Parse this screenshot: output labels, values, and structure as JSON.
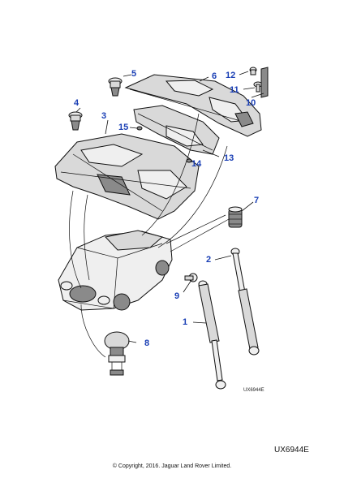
{
  "callouts": [
    {
      "id": "c1",
      "label": "1"
    },
    {
      "id": "c2",
      "label": "2"
    },
    {
      "id": "c3",
      "label": "3"
    },
    {
      "id": "c4",
      "label": "4"
    },
    {
      "id": "c5",
      "label": "5"
    },
    {
      "id": "c6",
      "label": "6"
    },
    {
      "id": "c7",
      "label": "7"
    },
    {
      "id": "c8",
      "label": "8"
    },
    {
      "id": "c9",
      "label": "9"
    },
    {
      "id": "c10",
      "label": "10"
    },
    {
      "id": "c11",
      "label": "11"
    },
    {
      "id": "c12",
      "label": "12"
    },
    {
      "id": "c13",
      "label": "13"
    },
    {
      "id": "c14",
      "label": "14"
    },
    {
      "id": "c15",
      "label": "15"
    }
  ],
  "illustration_code_small": "UX6944E",
  "illustration_code": "UX6944E",
  "copyright": "© Copyright, 2016. Jaguar Land Rover Limited.",
  "colors": {
    "callout": "#1a3fb5",
    "line": "#111111",
    "fill": "#d9d9d9"
  }
}
